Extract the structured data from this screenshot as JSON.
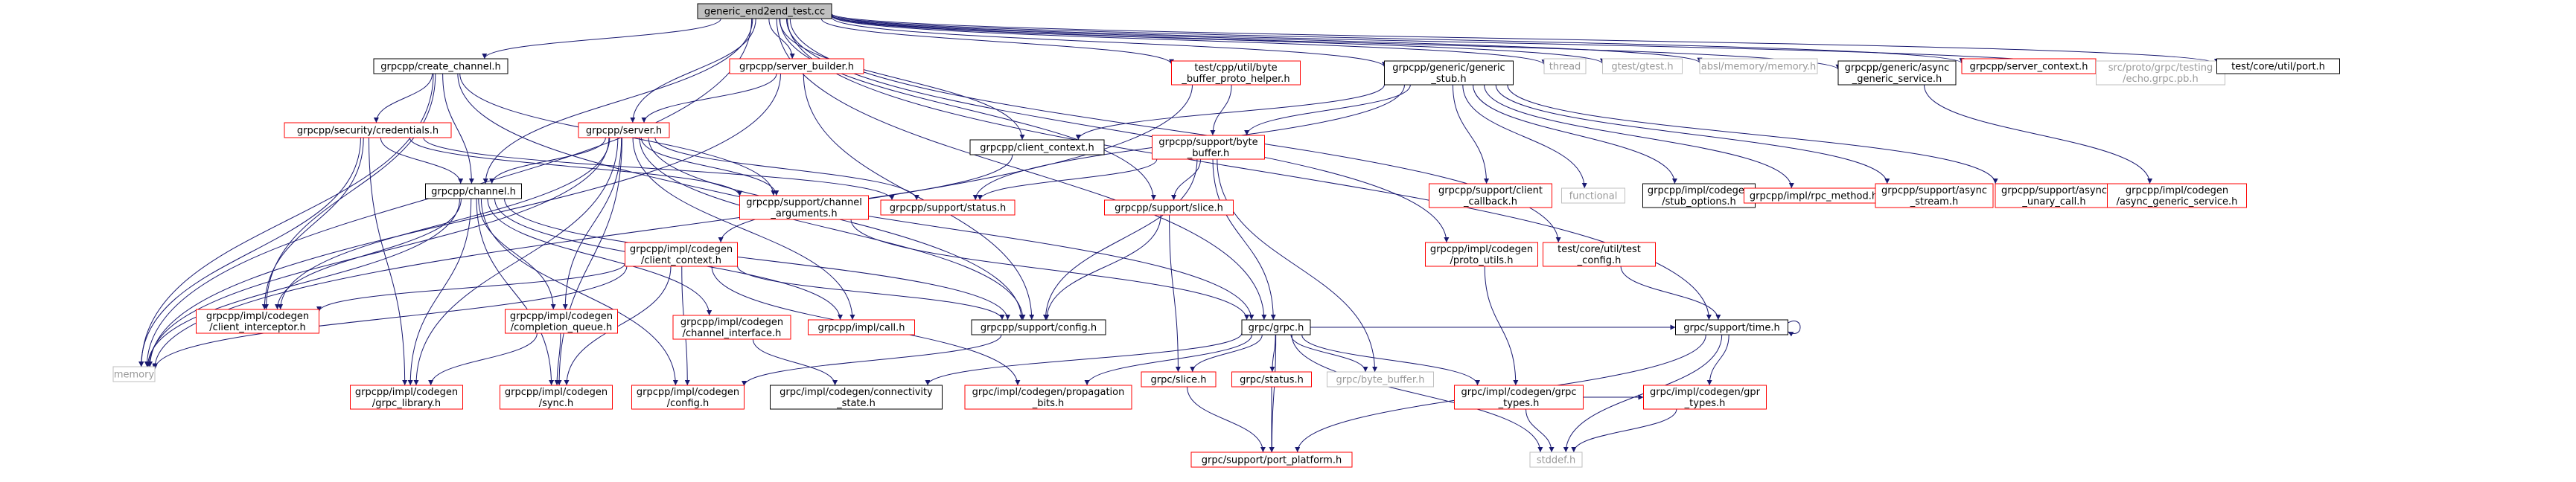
{
  "title": "",
  "colors": {
    "edge": "#191970",
    "border_documented": "#000000",
    "border_undocumented": "#ff0000",
    "border_external": "#bfbfbf",
    "fill_root": "#bfbfbf",
    "fill_default": "#ffffff",
    "text_default": "#000000",
    "text_external": "#999999"
  },
  "nodes": [
    {
      "id": "root",
      "lines": [
        "generic_end2end_test.cc"
      ],
      "kind": "root"
    },
    {
      "id": "create_channel",
      "lines": [
        "grpcpp/create_channel.h"
      ],
      "kind": "doc"
    },
    {
      "id": "server_builder",
      "lines": [
        "grpcpp/server_builder.h"
      ],
      "kind": "undoc"
    },
    {
      "id": "byte_buffer_proto_helper",
      "lines": [
        "test/cpp/util/byte",
        "_buffer_proto_helper.h"
      ],
      "kind": "undoc"
    },
    {
      "id": "generic_stub",
      "lines": [
        "grpcpp/generic/generic",
        "_stub.h"
      ],
      "kind": "doc"
    },
    {
      "id": "thread",
      "lines": [
        "thread"
      ],
      "kind": "ext"
    },
    {
      "id": "gtest",
      "lines": [
        "gtest/gtest.h"
      ],
      "kind": "ext"
    },
    {
      "id": "absl_memory",
      "lines": [
        "absl/memory/memory.h"
      ],
      "kind": "ext"
    },
    {
      "id": "async_generic_service",
      "lines": [
        "grpcpp/generic/async",
        "_generic_service.h"
      ],
      "kind": "doc"
    },
    {
      "id": "server_context",
      "lines": [
        "grpcpp/server_context.h"
      ],
      "kind": "undoc"
    },
    {
      "id": "echo_pb",
      "lines": [
        "src/proto/grpc/testing",
        "/echo.grpc.pb.h"
      ],
      "kind": "ext"
    },
    {
      "id": "port",
      "lines": [
        "test/core/util/port.h"
      ],
      "kind": "doc"
    },
    {
      "id": "credentials",
      "lines": [
        "grpcpp/security/credentials.h"
      ],
      "kind": "undoc"
    },
    {
      "id": "server",
      "lines": [
        "grpcpp/server.h"
      ],
      "kind": "undoc"
    },
    {
      "id": "client_context",
      "lines": [
        "grpcpp/client_context.h"
      ],
      "kind": "doc"
    },
    {
      "id": "support_byte_buffer",
      "lines": [
        "grpcpp/support/byte",
        "_buffer.h"
      ],
      "kind": "undoc"
    },
    {
      "id": "client_callback",
      "lines": [
        "grpcpp/support/client",
        "_callback.h"
      ],
      "kind": "undoc"
    },
    {
      "id": "functional",
      "lines": [
        "functional"
      ],
      "kind": "ext"
    },
    {
      "id": "stub_options",
      "lines": [
        "grpcpp/impl/codegen",
        "/stub_options.h"
      ],
      "kind": "doc"
    },
    {
      "id": "rpc_method",
      "lines": [
        "grpcpp/impl/rpc_method.h"
      ],
      "kind": "undoc"
    },
    {
      "id": "async_stream",
      "lines": [
        "grpcpp/support/async",
        "_stream.h"
      ],
      "kind": "undoc"
    },
    {
      "id": "async_unary_call",
      "lines": [
        "grpcpp/support/async",
        "_unary_call.h"
      ],
      "kind": "undoc"
    },
    {
      "id": "codegen_async_generic_service",
      "lines": [
        "grpcpp/impl/codegen",
        "/async_generic_service.h"
      ],
      "kind": "undoc"
    },
    {
      "id": "channel",
      "lines": [
        "grpcpp/channel.h"
      ],
      "kind": "doc"
    },
    {
      "id": "channel_arguments",
      "lines": [
        "grpcpp/support/channel",
        "_arguments.h"
      ],
      "kind": "undoc"
    },
    {
      "id": "status",
      "lines": [
        "grpcpp/support/status.h"
      ],
      "kind": "undoc"
    },
    {
      "id": "codegen_client_context",
      "lines": [
        "grpcpp/impl/codegen",
        "/client_context.h"
      ],
      "kind": "undoc"
    },
    {
      "id": "slice",
      "lines": [
        "grpcpp/support/slice.h"
      ],
      "kind": "undoc"
    },
    {
      "id": "proto_utils",
      "lines": [
        "grpcpp/impl/codegen",
        "/proto_utils.h"
      ],
      "kind": "undoc"
    },
    {
      "id": "test_config",
      "lines": [
        "test/core/util/test",
        "_config.h"
      ],
      "kind": "undoc"
    },
    {
      "id": "client_interceptor",
      "lines": [
        "grpcpp/impl/codegen",
        "/client_interceptor.h"
      ],
      "kind": "undoc"
    },
    {
      "id": "completion_queue",
      "lines": [
        "grpcpp/impl/codegen",
        "/completion_queue.h"
      ],
      "kind": "undoc"
    },
    {
      "id": "channel_interface",
      "lines": [
        "grpcpp/impl/codegen",
        "/channel_interface.h"
      ],
      "kind": "undoc"
    },
    {
      "id": "impl_call",
      "lines": [
        "grpcpp/impl/call.h"
      ],
      "kind": "undoc"
    },
    {
      "id": "support_config",
      "lines": [
        "grpcpp/support/config.h"
      ],
      "kind": "doc"
    },
    {
      "id": "grpc_h",
      "lines": [
        "grpc/grpc.h"
      ],
      "kind": "doc"
    },
    {
      "id": "memory",
      "lines": [
        "memory"
      ],
      "kind": "ext"
    },
    {
      "id": "grpc_library",
      "lines": [
        "grpcpp/impl/codegen",
        "/grpc_library.h"
      ],
      "kind": "undoc"
    },
    {
      "id": "codegen_sync",
      "lines": [
        "grpcpp/impl/codegen",
        "/sync.h"
      ],
      "kind": "undoc"
    },
    {
      "id": "codegen_config",
      "lines": [
        "grpcpp/impl/codegen",
        "/config.h"
      ],
      "kind": "undoc"
    },
    {
      "id": "connectivity_state",
      "lines": [
        "grpc/impl/codegen/connectivity",
        "_state.h"
      ],
      "kind": "doc"
    },
    {
      "id": "propagation_bits",
      "lines": [
        "grpc/impl/codegen/propagation",
        "_bits.h"
      ],
      "kind": "undoc"
    },
    {
      "id": "grpc_slice",
      "lines": [
        "grpc/slice.h"
      ],
      "kind": "undoc"
    },
    {
      "id": "grpc_status",
      "lines": [
        "grpc/status.h"
      ],
      "kind": "undoc"
    },
    {
      "id": "grpc_byte_buffer",
      "lines": [
        "grpc/byte_buffer.h"
      ],
      "kind": "ext"
    },
    {
      "id": "grpc_types",
      "lines": [
        "grpc/impl/codegen/grpc",
        "_types.h"
      ],
      "kind": "undoc"
    },
    {
      "id": "support_time",
      "lines": [
        "grpc/support/time.h"
      ],
      "kind": "doc"
    },
    {
      "id": "gpr_types",
      "lines": [
        "grpc/impl/codegen/gpr",
        "_types.h"
      ],
      "kind": "undoc"
    },
    {
      "id": "port_platform",
      "lines": [
        "grpc/support/port_platform.h"
      ],
      "kind": "undoc"
    },
    {
      "id": "stddef",
      "lines": [
        "stddef.h"
      ],
      "kind": "ext"
    }
  ],
  "edges": [
    [
      "root",
      "create_channel"
    ],
    [
      "root",
      "server_builder"
    ],
    [
      "root",
      "byte_buffer_proto_helper"
    ],
    [
      "root",
      "generic_stub"
    ],
    [
      "root",
      "thread"
    ],
    [
      "root",
      "gtest"
    ],
    [
      "root",
      "absl_memory"
    ],
    [
      "root",
      "async_generic_service"
    ],
    [
      "root",
      "server_context"
    ],
    [
      "root",
      "echo_pb"
    ],
    [
      "root",
      "port"
    ],
    [
      "root",
      "memory"
    ],
    [
      "root",
      "server"
    ],
    [
      "root",
      "channel"
    ],
    [
      "root",
      "client_context"
    ],
    [
      "root",
      "slice"
    ],
    [
      "root",
      "proto_utils"
    ],
    [
      "root",
      "test_config"
    ],
    [
      "root",
      "grpc_h"
    ],
    [
      "root",
      "support_time"
    ],
    [
      "create_channel",
      "credentials"
    ],
    [
      "create_channel",
      "channel"
    ],
    [
      "create_channel",
      "channel_arguments"
    ],
    [
      "create_channel",
      "support_config"
    ],
    [
      "create_channel",
      "memory"
    ],
    [
      "create_channel",
      "client_interceptor"
    ],
    [
      "server_builder",
      "server"
    ],
    [
      "server_builder",
      "support_config"
    ],
    [
      "server_builder",
      "memory"
    ],
    [
      "byte_buffer_proto_helper",
      "support_byte_buffer"
    ],
    [
      "byte_buffer_proto_helper",
      "memory"
    ],
    [
      "generic_stub",
      "client_context"
    ],
    [
      "generic_stub",
      "support_byte_buffer"
    ],
    [
      "generic_stub",
      "client_callback"
    ],
    [
      "generic_stub",
      "functional"
    ],
    [
      "generic_stub",
      "stub_options"
    ],
    [
      "generic_stub",
      "rpc_method"
    ],
    [
      "generic_stub",
      "async_stream"
    ],
    [
      "generic_stub",
      "async_unary_call"
    ],
    [
      "generic_stub",
      "status"
    ],
    [
      "async_generic_service",
      "codegen_async_generic_service"
    ],
    [
      "credentials",
      "channel"
    ],
    [
      "credentials",
      "channel_arguments"
    ],
    [
      "credentials",
      "status"
    ],
    [
      "credentials",
      "memory"
    ],
    [
      "credentials",
      "grpc_library"
    ],
    [
      "credentials",
      "client_interceptor"
    ],
    [
      "server",
      "channel"
    ],
    [
      "server",
      "channel_arguments"
    ],
    [
      "server",
      "status"
    ],
    [
      "server",
      "support_config"
    ],
    [
      "server",
      "memory"
    ],
    [
      "server",
      "client_interceptor"
    ],
    [
      "server",
      "completion_queue"
    ],
    [
      "server",
      "grpc_library"
    ],
    [
      "server",
      "impl_call"
    ],
    [
      "server",
      "grpc_h"
    ],
    [
      "server",
      "codegen_sync"
    ],
    [
      "client_context",
      "codegen_client_context"
    ],
    [
      "support_byte_buffer",
      "slice"
    ],
    [
      "support_byte_buffer",
      "status"
    ],
    [
      "support_byte_buffer",
      "support_config"
    ],
    [
      "support_byte_buffer",
      "grpc_h"
    ],
    [
      "support_byte_buffer",
      "grpc_byte_buffer"
    ],
    [
      "channel",
      "client_interceptor"
    ],
    [
      "channel",
      "completion_queue"
    ],
    [
      "channel",
      "channel_interface"
    ],
    [
      "channel",
      "memory"
    ],
    [
      "channel",
      "grpc_library"
    ],
    [
      "channel",
      "codegen_config"
    ],
    [
      "channel",
      "codegen_sync"
    ],
    [
      "channel",
      "impl_call"
    ],
    [
      "channel",
      "support_config"
    ],
    [
      "channel_arguments",
      "grpc_h"
    ],
    [
      "codegen_client_context",
      "client_interceptor"
    ],
    [
      "codegen_client_context",
      "support_config"
    ],
    [
      "codegen_client_context",
      "memory"
    ],
    [
      "codegen_client_context",
      "codegen_config"
    ],
    [
      "codegen_client_context",
      "codegen_sync"
    ],
    [
      "codegen_client_context",
      "propagation_bits"
    ],
    [
      "slice",
      "support_config"
    ],
    [
      "slice",
      "grpc_slice"
    ],
    [
      "proto_utils",
      "grpc_types"
    ],
    [
      "test_config",
      "support_time"
    ],
    [
      "support_config",
      "codegen_config"
    ],
    [
      "completion_queue",
      "grpc_library"
    ],
    [
      "completion_queue",
      "codegen_sync"
    ],
    [
      "channel_interface",
      "connectivity_state"
    ],
    [
      "grpc_h",
      "grpc_slice"
    ],
    [
      "grpc_h",
      "grpc_status"
    ],
    [
      "grpc_h",
      "grpc_byte_buffer"
    ],
    [
      "grpc_h",
      "grpc_types"
    ],
    [
      "grpc_h",
      "support_time"
    ],
    [
      "grpc_h",
      "port_platform"
    ],
    [
      "grpc_h",
      "stddef"
    ],
    [
      "grpc_h",
      "propagation_bits"
    ],
    [
      "grpc_h",
      "connectivity_state"
    ],
    [
      "grpc_slice",
      "port_platform"
    ],
    [
      "grpc_status",
      "port_platform"
    ],
    [
      "grpc_types",
      "gpr_types"
    ],
    [
      "grpc_types",
      "stddef"
    ],
    [
      "support_time",
      "gpr_types"
    ],
    [
      "support_time",
      "port_platform"
    ],
    [
      "support_time",
      "stddef"
    ],
    [
      "support_time",
      "support_time"
    ],
    [
      "gpr_types",
      "stddef"
    ]
  ]
}
